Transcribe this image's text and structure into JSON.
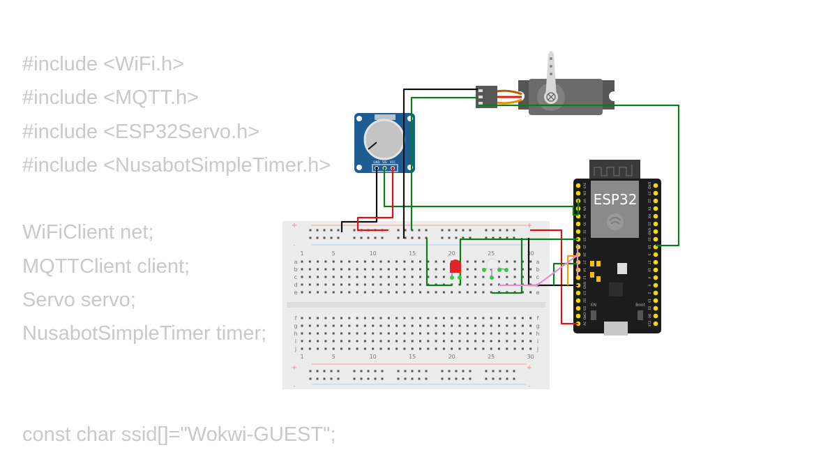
{
  "code_lines": [
    "#include <WiFi.h>",
    "#include <MQTT.h>",
    "#include <ESP32Servo.h>",
    "#include <NusabotSimpleTimer.h>",
    "",
    "WiFiClient net;",
    "MQTTClient client;",
    "Servo servo;",
    "NusabotSimpleTimer timer;",
    "",
    "",
    "const char ssid[]=\"Wokwi-GUEST\";"
  ],
  "breadboard": {
    "column_numbers": [
      "1",
      "5",
      "10",
      "15",
      "20",
      "25",
      "30"
    ],
    "rows_top": [
      "a",
      "b",
      "c",
      "d",
      "e"
    ],
    "rows_bottom": [
      "f",
      "g",
      "h",
      "i",
      "j"
    ],
    "plus": "+",
    "minus": "-"
  },
  "potentiometer": {
    "pins": [
      "GND",
      "SIG",
      "VCC"
    ]
  },
  "esp32": {
    "title": "ESP32",
    "left_pins": [
      "3V3",
      "EN",
      "VP",
      "VN",
      "34",
      "35",
      "32",
      "33",
      "25",
      "26",
      "27",
      "14",
      "12",
      "GND",
      "13",
      "D2",
      "D3",
      "CMD",
      "5V"
    ],
    "right_pins": [
      "GND",
      "23",
      "22",
      "TX",
      "RX",
      "21",
      "GND",
      "19",
      "18",
      "5",
      "17",
      "16",
      "4",
      "0",
      "2",
      "15",
      "D1",
      "D0",
      "CLK"
    ],
    "button_en": "EN",
    "button_boot": "Boot"
  },
  "colors": {
    "wire_green": "#0a7d16",
    "wire_red": "#e01010",
    "wire_black": "#111111",
    "wire_orange": "#f5a000",
    "wire_pink": "#e58fd0",
    "board": "#1c1c1c",
    "pin": "#f5d800",
    "pot_blue": "#1d5d94"
  }
}
